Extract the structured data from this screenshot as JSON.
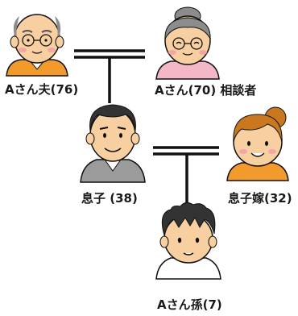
{
  "family": {
    "husband": {
      "label": "Aさん夫(76)",
      "icon": "elderly-man-icon"
    },
    "client": {
      "label": "Aさん(70) 相談者",
      "icon": "elderly-woman-icon"
    },
    "son": {
      "label": "息子 (38)",
      "icon": "adult-man-icon"
    },
    "daughter_in_law": {
      "label": "息子嫁(32)",
      "icon": "young-woman-icon"
    },
    "grandchild": {
      "label": "Aさん孫(7)",
      "icon": "child-boy-icon"
    }
  },
  "colors": {
    "line": "#111111",
    "skin": "#f7cfa0",
    "skin_shadow": "#e8b07f",
    "gray_hair": "#8c8c8c",
    "dark_hair": "#333333",
    "brown_hair": "#c9781f",
    "cheek": "#f4a6a6",
    "pink_shirt": "#f3b7c8",
    "orange_shirt": "#f39a2c",
    "gray_shirt": "#9b9b9b"
  }
}
